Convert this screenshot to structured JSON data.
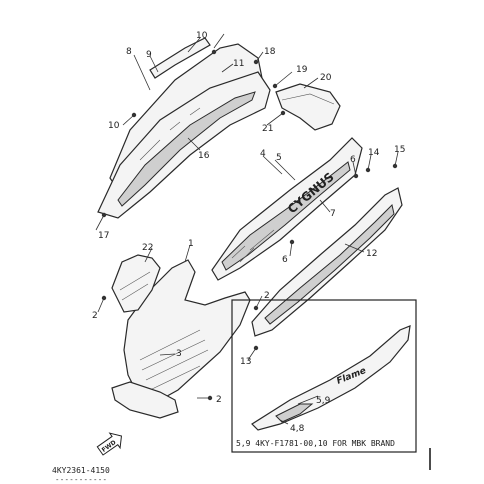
{
  "callouts": {
    "c1": "1",
    "c2a": "2",
    "c2b": "2",
    "c2c": "2",
    "c3": "3",
    "c4": "4",
    "c5": "5",
    "c6a": "6",
    "c6b": "6",
    "c7": "7",
    "c8": "8",
    "c9": "9",
    "c10a": "10",
    "c10b": "10",
    "c11": "11",
    "c12": "12",
    "c13": "13",
    "c14": "14",
    "c15": "15",
    "c16": "16",
    "c17": "17",
    "c18": "18",
    "c19": "19",
    "c20": "20",
    "c21": "21",
    "c22": "22"
  },
  "brand_text": "CYGNUS",
  "inset": {
    "label_59": "5,9",
    "label_48": "4,8",
    "note": "5,9   4KY-F1781-00,10   FOR MBK BRAND",
    "inset_brand": "Flame"
  },
  "fwd_label": "FWD",
  "diagram_code": "4KY2361-4150",
  "footer_small": "- - -  - -  - - -  - - -"
}
